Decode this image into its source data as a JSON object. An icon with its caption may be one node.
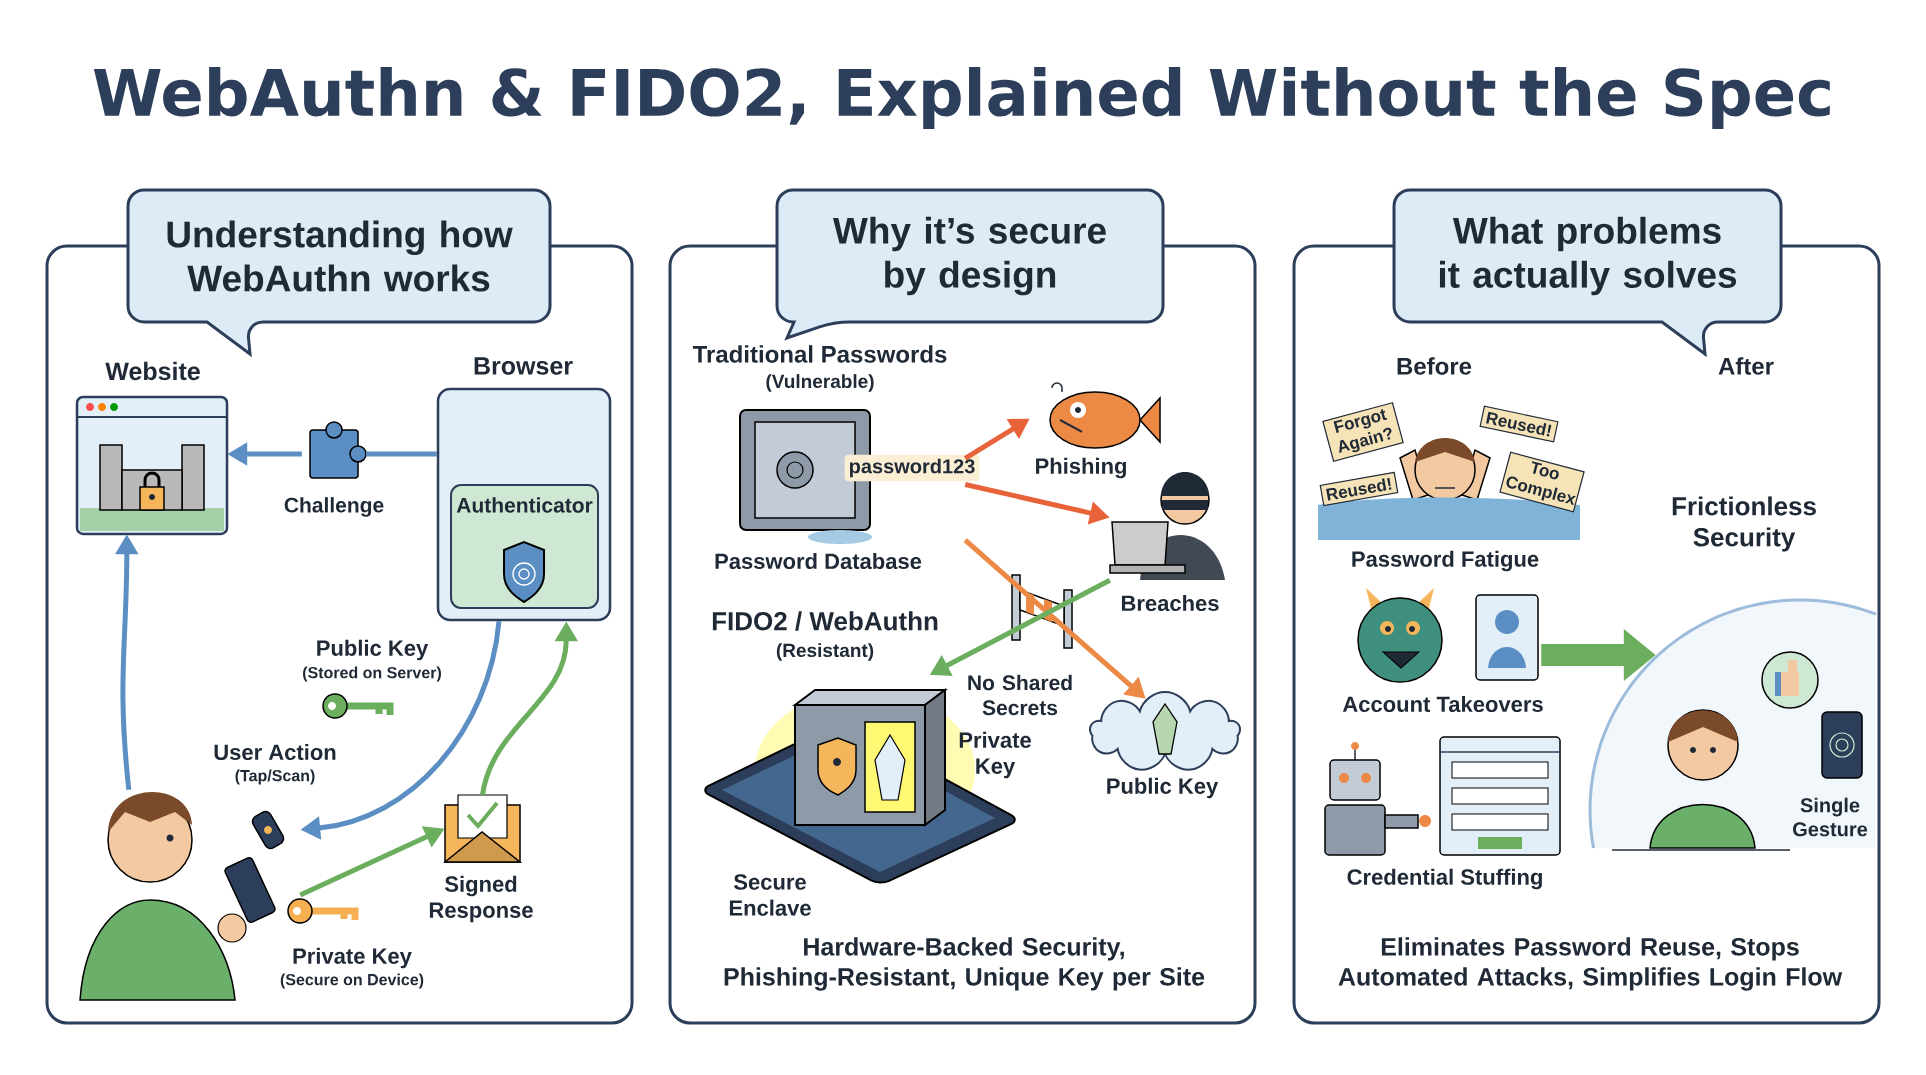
{
  "diagram": {
    "title": "WebAuthn & FIDO2, Explained Without the Spec",
    "nodes": [
      {
        "text": [
          "Understanding how WebAuthn works"
        ]
      },
      {
        "text": [
          "Website"
        ],
        "in": 0
      },
      {
        "text": [
          "Browser"
        ],
        "in": 0
      },
      {
        "text": [
          "Authenticator"
        ],
        "in": 2
      },
      {
        "text": [
          "Challenge"
        ],
        "in": 0
      },
      {
        "text": [
          "User Action",
          "(Tap/Scan)"
        ],
        "in": 0
      },
      {
        "text": [
          "Signed Response"
        ],
        "in": 0
      },
      {
        "text": [
          "Why it’s secure by design"
        ]
      },
      {
        "text": [
          "password123",
          "Password Database"
        ],
        "in": 7
      },
      {
        "text": [
          "Phishing"
        ],
        "in": 7
      },
      {
        "text": [
          "Breaches"
        ],
        "in": 7
      },
      {
        "text": [
          "No Shared Secrets"
        ],
        "in": 7
      },
      {
        "text": [
          "Private Key",
          "Secure Enclave"
        ],
        "in": 7
      },
      {
        "text": [
          "Public Key"
        ],
        "in": 7
      },
      {
        "text": [
          "What problems it actually solves"
        ]
      },
      {
        "text": [
          "Forgot Again?",
          "Reused!",
          "Reused!",
          "Too Complex",
          "Password Fatigue"
        ],
        "in": 14
      },
      {
        "text": [
          "Account Takeovers"
        ],
        "in": 14
      },
      {
        "text": [
          "Credential Stuffing"
        ],
        "in": 14
      },
      {
        "text": [
          "Frictionless Security",
          "Single Gesture"
        ],
        "in": 14
      }
    ],
    "edges": [
      {
        "from": 2,
        "to": 4,
        "arrow": "none"
      },
      {
        "from": 4,
        "to": 1,
        "arrow": "to"
      },
      {
        "from": 5,
        "to": 1,
        "arrow": "to"
      },
      {
        "from": 2,
        "to": 5,
        "arrow": "to"
      },
      {
        "from": 5,
        "to": 6,
        "arrow": "to",
        "color": "#6aae5e"
      },
      {
        "from": 6,
        "to": 2,
        "arrow": "to",
        "color": "#6aae5e"
      },
      {
        "from": 8,
        "to": 9,
        "arrow": "to",
        "color": "#e8623a"
      },
      {
        "from": 8,
        "to": 10,
        "arrow": "to",
        "color": "#e8623a"
      },
      {
        "from": 8,
        "to": 13,
        "arrow": "to",
        "color": "#ec8a45"
      },
      {
        "from": 10,
        "to": 12,
        "arrow": "to",
        "color": "#6aae5e"
      },
      {
        "from": 16,
        "to": 18,
        "arrow": "to",
        "style": "thick",
        "color": "#6aae5e"
      }
    ],
    "labels": [
      "Public Key",
      "(Stored on Server)",
      "Private Key",
      "(Secure on Device)",
      "Traditional Passwords",
      "(Vulnerable)",
      "FIDO2 / WebAuthn",
      "(Resistant)",
      "Hardware-Backed Security, Phishing-Resistant, Unique Key per Site",
      "Before",
      "After",
      "Eliminates Password Reuse, Stops Automated Attacks, Simplifies Login Flow"
    ]
  }
}
